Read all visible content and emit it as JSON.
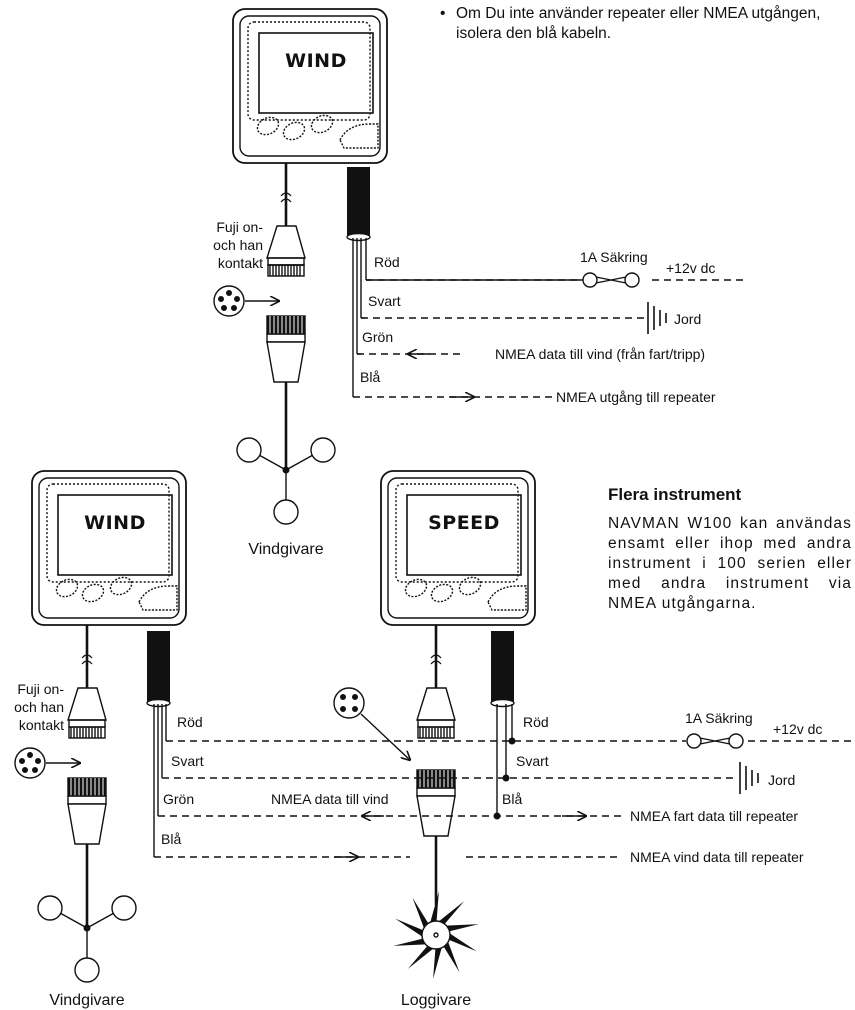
{
  "note": {
    "bullet": "•",
    "text": "Om Du inte använder repeater eller NMEA utgången, isolera den blå kabeln."
  },
  "section": {
    "title": "Flera instrument",
    "body": "NAVMAN W100 kan användas ensamt eller ihop med andra instrument i 100 serien eller med andra instrument via NMEA utgångarna."
  },
  "diagram_top": {
    "display_label": "WIND",
    "connector_label_1": "Fuji on-",
    "connector_label_2": "och han",
    "connector_label_3": "kontakt",
    "sensor_label": "Vindgivare",
    "wires": {
      "red": "Röd",
      "black": "Svart",
      "green": "Grön",
      "blue": "Blå"
    },
    "fuse_label": "1A Säkring",
    "supply_label": "+12v dc",
    "ground_label": "Jord",
    "nmea_in_label": "NMEA data till vind (från fart/tripp)",
    "nmea_out_label": "NMEA utgång till repeater"
  },
  "diagram_bottom": {
    "wind_display_label": "WIND",
    "speed_display_label": "SPEED",
    "connector_label_1": "Fuji on-",
    "connector_label_2": "och han",
    "connector_label_3": "kontakt",
    "wind_sensor_label": "Vindgivare",
    "log_sensor_label": "Loggivare",
    "wind_wires": {
      "red": "Röd",
      "black": "Svart",
      "green": "Grön",
      "blue": "Blå"
    },
    "speed_wires": {
      "red": "Röd",
      "black": "Svart",
      "blue": "Blå"
    },
    "fuse_label": "1A Säkring",
    "supply_label": "+12v dc",
    "ground_label": "Jord",
    "nmea_wind_in_label": "NMEA data till vind",
    "nmea_speed_out_label": "NMEA fart data till repeater",
    "nmea_wind_out_label": "NMEA vind data till repeater"
  }
}
